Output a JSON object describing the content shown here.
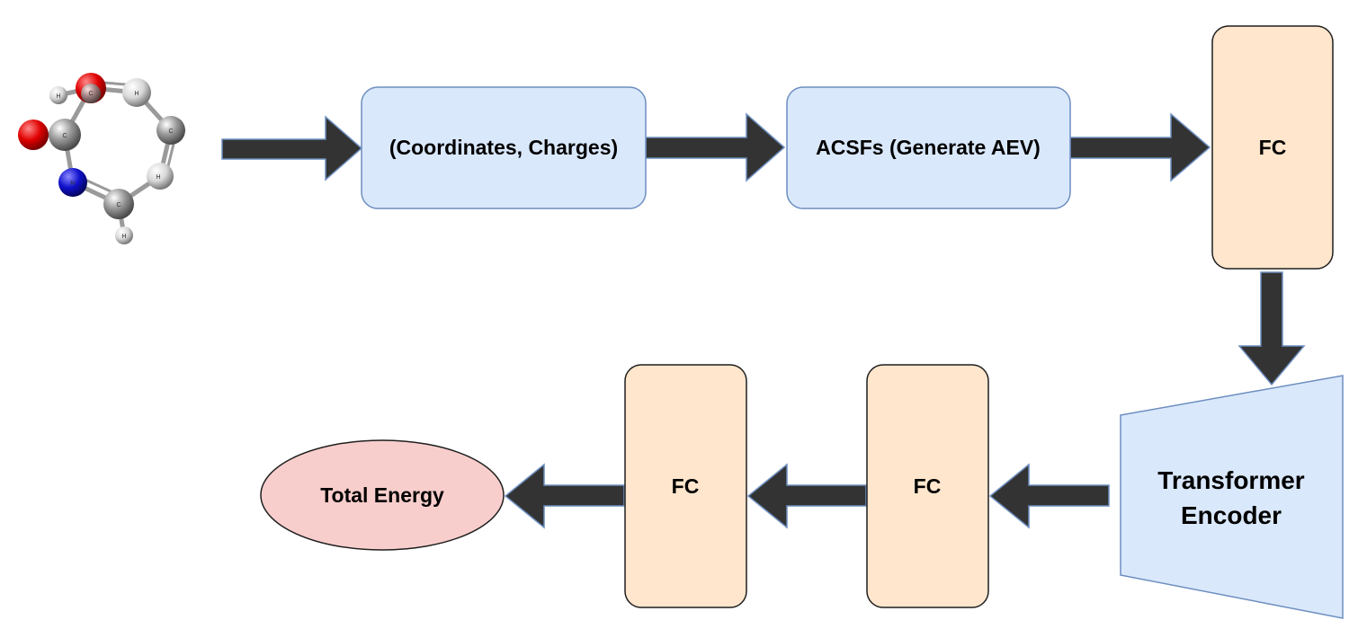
{
  "diagram": {
    "nodes": {
      "input": "(Coordinates, Charges)",
      "acsf": "ACSFs (Generate AEV)",
      "fc_top": "FC",
      "transformer_line1": "Transformer",
      "transformer_line2": "Encoder",
      "fc_mid": "FC",
      "fc_left": "FC",
      "output": "Total Energy"
    },
    "molecule": {
      "atom_labels": [
        "H",
        "O",
        "C",
        "H",
        "C",
        "C",
        "H",
        "N",
        "C",
        "H"
      ]
    },
    "colors": {
      "blue_box_fill": "#dae8fc",
      "blue_box_stroke": "#6c8ebf",
      "orange_box_fill": "#ffe6cc",
      "orange_box_stroke": "#1f1f1f",
      "ellipse_fill": "#f8cecc",
      "arrow_fill": "#333333",
      "arrow_stroke": "#6c8ebf",
      "oxygen": "#e00000",
      "nitrogen": "#1010cc",
      "carbon": "#8f8f8f",
      "hydrogen": "#e6e6e6"
    }
  }
}
